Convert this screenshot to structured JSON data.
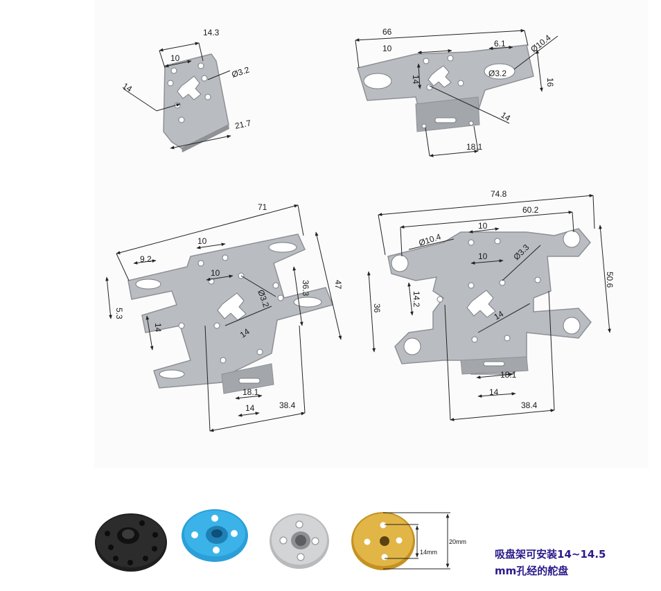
{
  "brackets": {
    "top_left": {
      "dims": [
        "14.3",
        "10",
        "Ø3.2",
        "14",
        "21.7"
      ]
    },
    "top_right": {
      "dims": [
        "66",
        "10",
        "6.1",
        "Ø10.4",
        "Ø3.2",
        "16",
        "14",
        "14",
        "18.1"
      ]
    },
    "mid_left": {
      "dims": [
        "71",
        "10",
        "9.2",
        "10",
        "Ø3.2",
        "36.3",
        "47",
        "5.3",
        "14",
        "14",
        "18.1",
        "14",
        "38.4"
      ]
    },
    "mid_right": {
      "dims": [
        "74.8",
        "60.2",
        "10",
        "Ø10.4",
        "10",
        "Ø3.3",
        "14.2",
        "36",
        "50.6",
        "14",
        "18.1",
        "14",
        "38.4"
      ]
    }
  },
  "horn_photo": {
    "inner": "14mm",
    "outer": "20mm"
  },
  "caption": {
    "line1": "吸盘架可安装14~14.5",
    "line2": "mm孔经的舵盘"
  },
  "colors": {
    "plate": "#b9bcc0",
    "plate_edge": "#8d9095",
    "caption": "#2a1a8a",
    "blue_horn": "#2a9fd8",
    "gold_horn": "#d4a736"
  }
}
